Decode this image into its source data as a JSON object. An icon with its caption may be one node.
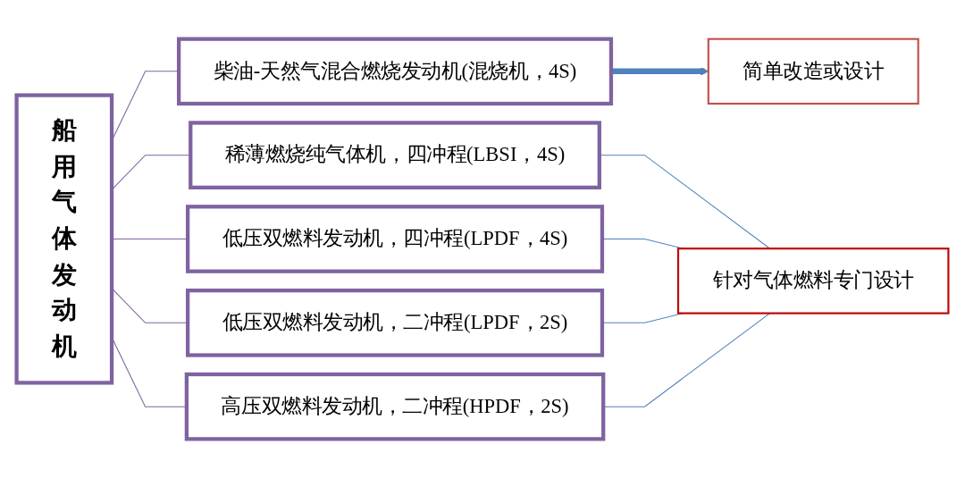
{
  "diagram": {
    "nodes": [
      {
        "text": [
          "船用气体发动机"
        ]
      },
      {
        "text": [
          "柴油-天然气混合燃烧发动机(混烧机，4S)"
        ]
      },
      {
        "text": [
          "稀薄燃烧纯气体机，四冲程(LBSI，4S)"
        ]
      },
      {
        "text": [
          "低压双燃料发动机，四冲程(LPDF，4S)"
        ]
      },
      {
        "text": [
          "低压双燃料发动机，二冲程(LPDF，2S)"
        ]
      },
      {
        "text": [
          "高压双燃料发动机，二冲程(HPDF，2S)"
        ]
      },
      {
        "text": [
          "简单改造或设计"
        ]
      },
      {
        "text": [
          "针对气体燃料专门设计"
        ]
      }
    ],
    "edges": [
      {
        "from": 0,
        "to": 1,
        "arrow": "none"
      },
      {
        "from": 0,
        "to": 2,
        "arrow": "none"
      },
      {
        "from": 0,
        "to": 3,
        "arrow": "none"
      },
      {
        "from": 0,
        "to": 4,
        "arrow": "none"
      },
      {
        "from": 0,
        "to": 5,
        "arrow": "none"
      },
      {
        "from": 1,
        "to": 6,
        "arrow": "to",
        "style": "thick",
        "color": "#4f81bd"
      },
      {
        "from": 2,
        "to": 7,
        "arrow": "none",
        "color": "#4f81bd"
      },
      {
        "from": 3,
        "to": 7,
        "arrow": "none",
        "color": "#4f81bd"
      },
      {
        "from": 4,
        "to": 7,
        "arrow": "none",
        "color": "#4f81bd"
      },
      {
        "from": 5,
        "to": 7,
        "arrow": "none",
        "color": "#4f81bd"
      }
    ]
  }
}
